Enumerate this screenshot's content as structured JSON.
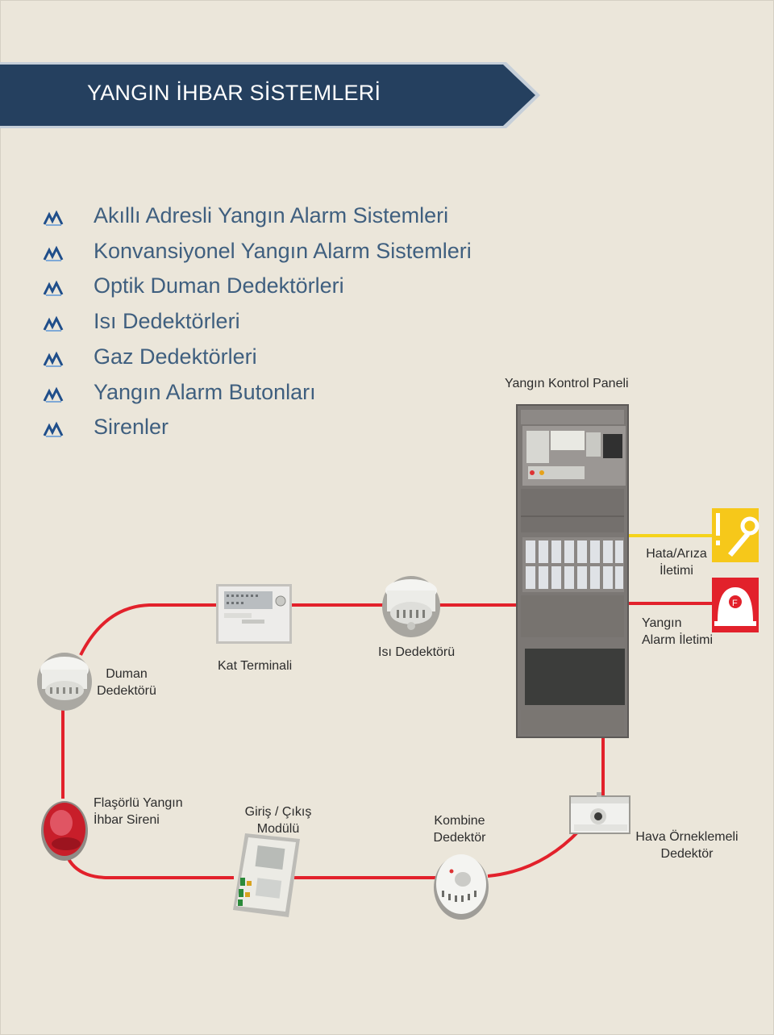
{
  "banner": {
    "title": "YANGIN İHBAR SİSTEMLERİ",
    "color": "#25405f"
  },
  "list": {
    "icon": "bullet-arrow-icon",
    "items": [
      "Akıllı Adresli Yangın Alarm Sistemleri",
      "Konvansiyonel Yangın Alarm Sistemleri",
      "Optik Duman Dedektörleri",
      "Isı Dedektörleri",
      "Gaz Dedektörleri",
      "Yangın Alarm Butonları",
      "Sirenler"
    ]
  },
  "diagram": {
    "loop_color": "#e2212b",
    "fault_line_color": "#f5d31b",
    "control_panel": "Yangın Kontrol Paneli",
    "fault_line1": "Hata/Arıza",
    "fault_line2": "İletimi",
    "fire_line1": "Yangın",
    "fire_line2": "Alarm İletimi",
    "smoke_line1": "Duman",
    "smoke_line2": "Dedektörü",
    "floor_terminal": "Kat Terminali",
    "heat_detector": "Isı Dedektörü",
    "siren_line1": "Flaşörlü Yangın",
    "siren_line2": "İhbar Sireni",
    "io_line1": "Giriş / Çıkış",
    "io_line2": "Modülü",
    "combo_line1": "Kombine",
    "combo_line2": "Dedektör",
    "aspirating_line1": "Hava Örneklemeli",
    "aspirating_line2": "Dedektör"
  }
}
